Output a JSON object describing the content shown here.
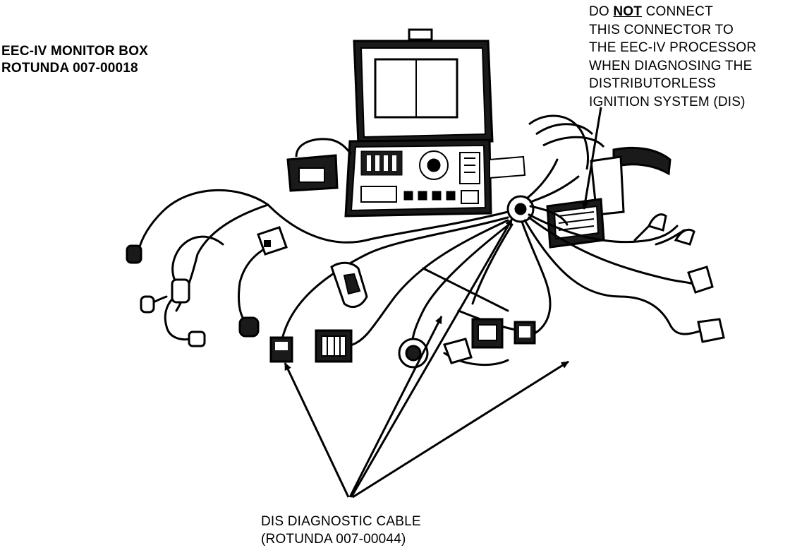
{
  "labels": {
    "monitor_box": {
      "line1": "EEC-IV MONITOR BOX",
      "line2": "ROTUNDA 007-00018"
    },
    "warning": {
      "line1_pre": "DO ",
      "line1_emph": "NOT",
      "line1_post": " CONNECT",
      "line2": "THIS CONNECTOR TO",
      "line3": "THE EEC-IV PROCESSOR",
      "line4": "WHEN DIAGNOSING THE",
      "line5": "DISTRIBUTORLESS",
      "line6": "IGNITION SYSTEM (DIS)"
    },
    "cable": {
      "line1": "DIS DIAGNOSTIC CABLE",
      "line2": "(ROTUNDA 007-00044)"
    }
  },
  "colors": {
    "ink": "#000000",
    "paper": "#ffffff"
  }
}
